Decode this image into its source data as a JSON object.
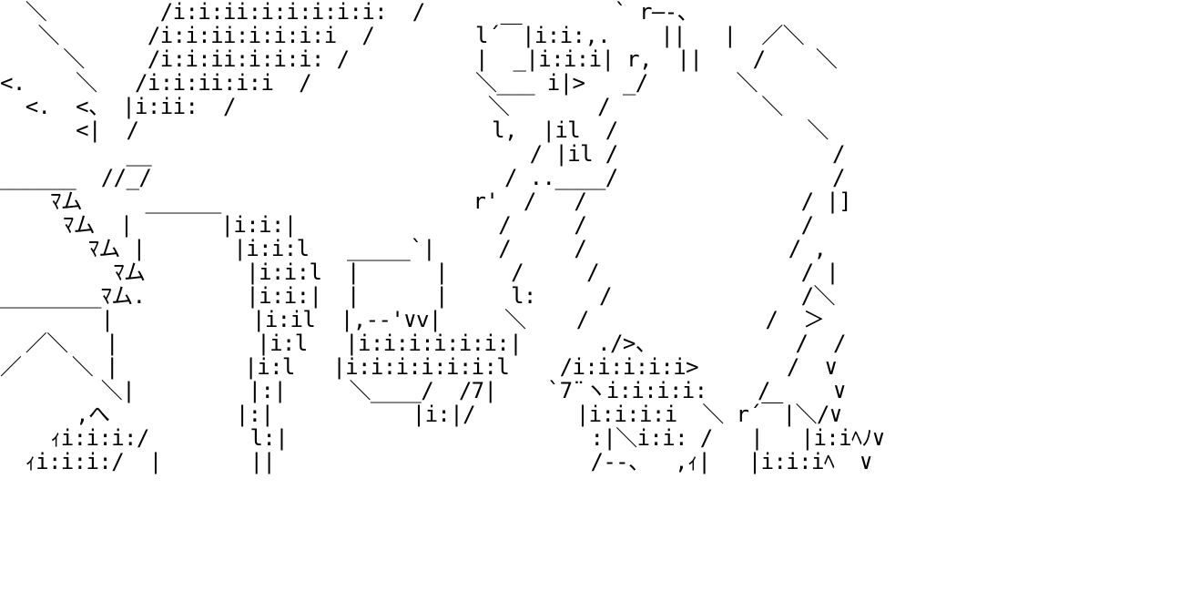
{
  "art": {
    "lines": [
      "  ＼         /i:i:ii:i:i:i:i:i:  /               ` r―-、",
      "   ＼       /i:i:ii:i:i:i:i  /        l´￣|i:i:,.    ||   |  ／＼",
      "     ＼     /i:i:ii:i:i:i: /          |  _|i:i:i| r,  ||    /    ＼",
      "<.    ＼   /i:i:ii:i:i  /             ＼___ i|>   _/       ＼",
      "  <.  <、 |i:ii:  /                    ＼       /            ＼",
      "      <|  /                            l,  |il  /               ＼",
      "          __                              / |il /                 /",
      "______  //_/                            / ..____/                 /",
      "    ﾏム     ______                    r'  /   /                 / |]",
      "     ﾏム  |       |i:i:|                /     /                 /",
      "       ﾏム |       |i:i:l   _____`|     /     /                / ,",
      "         ﾏム        |i:i:l  |      |     /     /                / |",
      "________ﾏム.        |i:i:|  |      |     l:     /               /＼",
      "        |           |i:il  |,--'∨v|     ＼    /              /  ＞",
      "  ／＼   |           |i:l   |i:i:i:i:i:i:|      ./>、           /  /",
      "／    ＼ |          |i:l   |i:i:i:i:i:i:l    /i:i:i:i:i>       /  ∨",
      "        ＼|         |:|     ＼____/  /7|    `7¨ヽi:i:i:i:    /     ∨",
      "      ,へ          |:|           |i:|/        |i:i:i:i  ＼ r´￣|＼/∨",
      "    ｨi:i:i:/        l:|                        :|＼i:i: /   |   |i:iﾍﾉ∨",
      "  ｨi:i:i:/  |       ||                         /--、  ,ｨ|   |i:i:iﾍ  ∨"
    ]
  }
}
